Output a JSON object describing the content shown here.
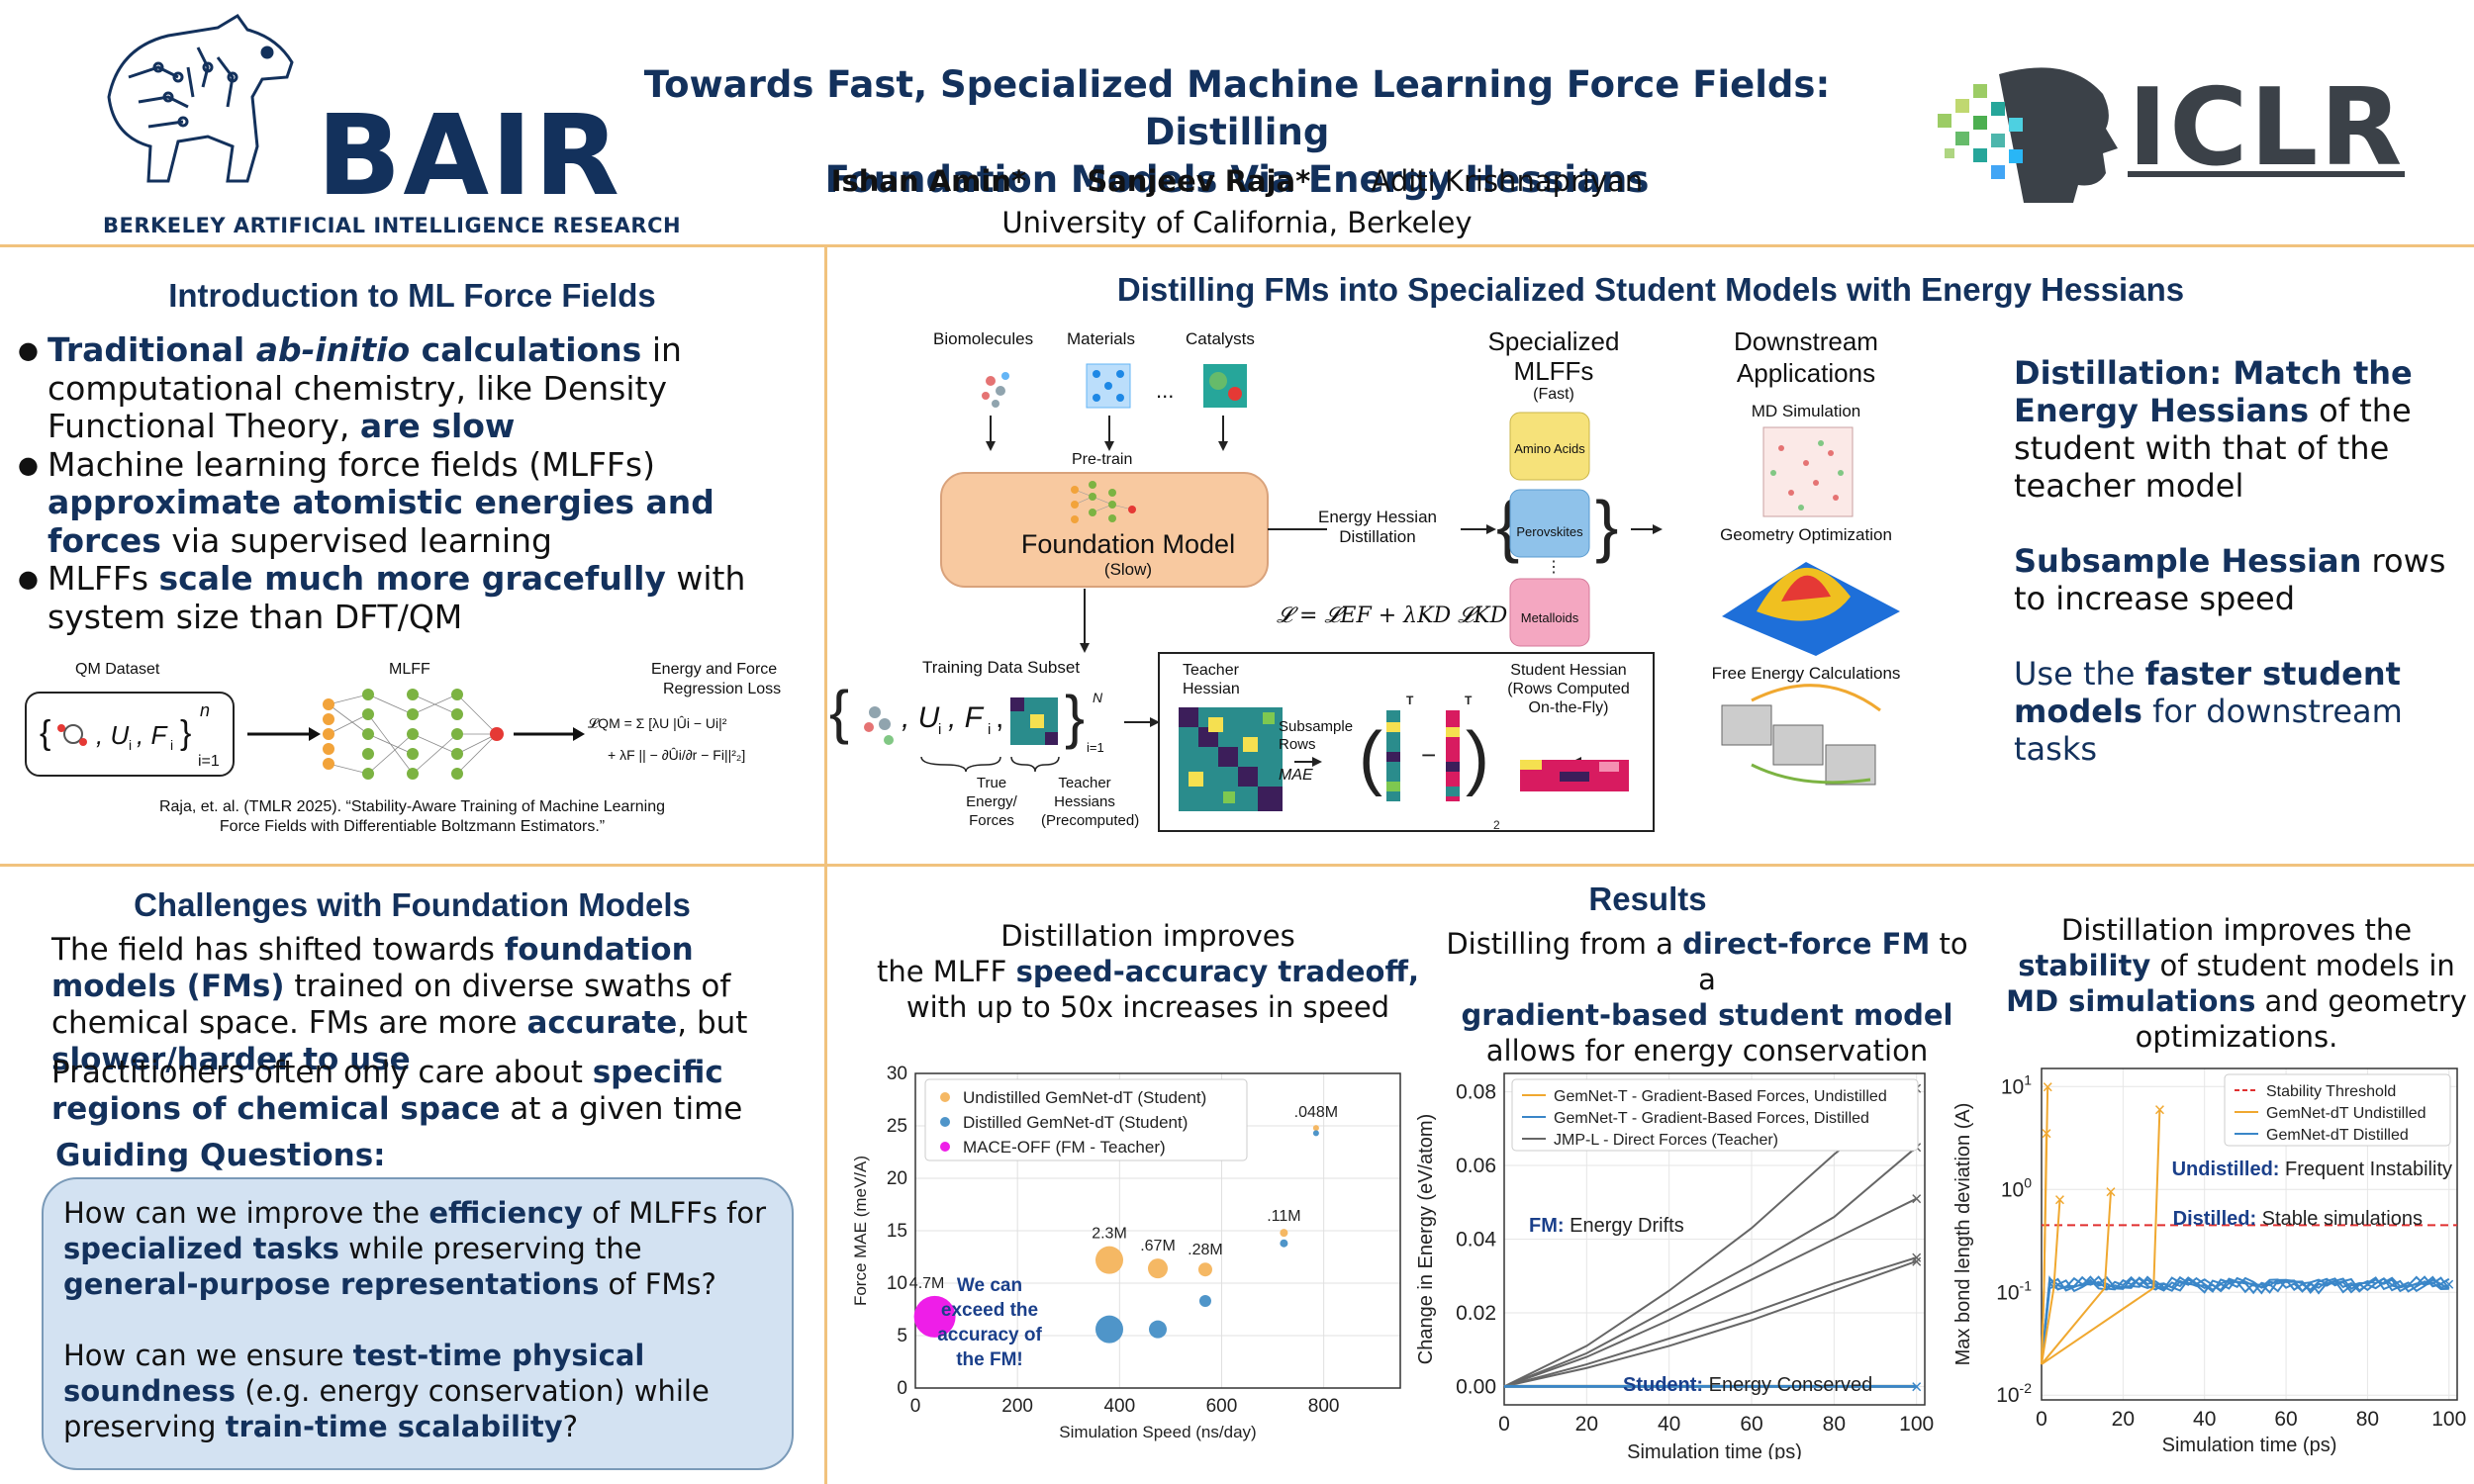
{
  "header": {
    "logo_left_word": "BAIR",
    "logo_left_sub": "BERKELEY ARTIFICIAL INTELLIGENCE RESEARCH",
    "title_line1": "Towards Fast, Specialized Machine Learning Force Fields: Distilling",
    "title_line2": "Foundation Models Via Energy Hessians",
    "authors": [
      "Ishan Amin*",
      "Sanjeev Raja*",
      "Aditi Krishnapriyan"
    ],
    "affiliation": "University of California, Berkeley",
    "logo_right_word": "ICLR"
  },
  "intro": {
    "title": "Introduction to ML Force Fields",
    "b1_a": "Traditional ",
    "b1_b": "ab-initio",
    "b1_c": " calculations",
    "b1_d": " in computational chemistry, like Density Functional Theory, ",
    "b1_e": "are slow",
    "b2_a": "Machine learning force fields (MLFFs) ",
    "b2_b": "approximate atomistic energies and forces",
    "b2_c": " via supervised learning",
    "b3_a": "MLFFs ",
    "b3_b": "scale much more gracefully",
    "b3_c": " with system size than DFT/QM",
    "fig_labels": {
      "qm": "QM Dataset",
      "mlff": "MLFF",
      "loss1": "Energy and Force",
      "loss2": "Regression Loss"
    },
    "citation1": "Raja, et. al. (TMLR 2025). “Stability-Aware Training of Machine Learning",
    "citation2": "Force Fields with Differentiable Boltzmann Estimators.”"
  },
  "distill": {
    "title": "Distilling FMs into Specialized Student Models with Energy Hessians",
    "sources": [
      "Biomolecules",
      "Materials",
      "Catalysts"
    ],
    "ellipsis": "...",
    "pretrain": "Pre-train",
    "fm_label": "Foundation Model",
    "fm_sub": "(Slow)",
    "ehd1": "Energy Hessian",
    "ehd2": "Distillation",
    "loss_eq": "𝓛 = 𝓛EF + λKD 𝓛KD",
    "spec1": "Specialized",
    "spec2": "MLFFs",
    "spec3": "(Fast)",
    "students": [
      "Amino Acids",
      "Perovskites",
      "Metalloids"
    ],
    "down1": "Downstream",
    "down2": "Applications",
    "apps": [
      "MD Simulation",
      "Geometry Optimization",
      "Free Energy Calculations"
    ],
    "tds": "Training Data Subset",
    "true_ef": [
      "True",
      "Energy/",
      "Forces"
    ],
    "teacher_h": [
      "Teacher",
      "Hessians",
      "(Precomputed)"
    ],
    "teacher_hessian": [
      "Teacher",
      "Hessian"
    ],
    "student_hessian": [
      "Student Hessian",
      "(Rows Computed",
      "On-the-Fly)"
    ],
    "subsample": [
      "Subsample",
      "Rows"
    ],
    "mae": "MAE",
    "r1_a": "Distillation: Match the Energy Hessians",
    "r1_b": " of the student with that of the teacher model",
    "r2_a": "Subsample Hessian",
    "r2_b": " rows to increase speed",
    "r3_a": "Use  the ",
    "r3_b": "faster student models",
    "r3_c": " for downstream tasks"
  },
  "challenges": {
    "title": "Challenges with Foundation Models",
    "p1_a": "The field has shifted towards ",
    "p1_b": "foundation models (FMs)",
    "p1_c": " trained on diverse swaths of chemical space. FMs are more ",
    "p1_d": "accurate",
    "p1_e": ", but ",
    "p1_f": "slower",
    "p1_g": "/",
    "p1_h": "harder to use",
    "p2_a": "Practitioners often only care about ",
    "p2_b": "specific regions of chemical space",
    "p2_c": " at a given time",
    "gq_title": "Guiding Questions:",
    "q1_a": "How can we improve the ",
    "q1_b": "efficiency",
    "q1_c": " of MLFFs for ",
    "q1_d": "specialized tasks",
    "q1_e": " while preserving the ",
    "q1_f": "general-purpose representations",
    "q1_g": " of FMs?",
    "q2_a": "How can we ensure ",
    "q2_b": "test-time physical soundness",
    "q2_c": " (e.g. energy conservation) while preserving ",
    "q2_d": "train-time scalability",
    "q2_e": "?"
  },
  "results": {
    "title": "Results",
    "cap1_a": "Distillation improves",
    "cap1_b": "the MLFF ",
    "cap1_c": "speed-accuracy tradeoff,",
    "cap1_d": "with up to 50x increases in speed",
    "cap2_a": "Distilling from a ",
    "cap2_b": "direct-force FM",
    "cap2_c": " to a",
    "cap2_d": "gradient-based student model",
    "cap2_e": "allows for energy conservation",
    "cap3_a": "Distillation improves the",
    "cap3_b": "stability",
    "cap3_c": " of student models in",
    "cap3_d": "MD simulations",
    "cap3_e": " and geometry",
    "cap3_f": "optimizations."
  },
  "chart_data": [
    {
      "type": "scatter",
      "xlabel": "Simulation Speed (ns/day)",
      "ylabel": "Force MAE (meV/A)",
      "xlim": [
        0,
        950
      ],
      "ylim": [
        0,
        30
      ],
      "xticks": [
        0,
        200,
        400,
        600,
        800
      ],
      "yticks": [
        0,
        5,
        10,
        15,
        20,
        25,
        30
      ],
      "legend_position": "top-left",
      "series": [
        {
          "name": "Undistilled GemNet-dT (Student)",
          "color": "#f5b864",
          "points": [
            {
              "x": 380,
              "y": 12.2,
              "label": "2.3M"
            },
            {
              "x": 475,
              "y": 11.4,
              "label": ".67M"
            },
            {
              "x": 568,
              "y": 11.3,
              "label": ".28M"
            },
            {
              "x": 722,
              "y": 14.8,
              "label": ".11M"
            },
            {
              "x": 785,
              "y": 24.8,
              "label": ".048M"
            }
          ]
        },
        {
          "name": "Distilled GemNet-dT (Student)",
          "color": "#4f95c9",
          "points": [
            {
              "x": 380,
              "y": 5.6
            },
            {
              "x": 475,
              "y": 5.6
            },
            {
              "x": 568,
              "y": 8.3
            },
            {
              "x": 722,
              "y": 13.8
            },
            {
              "x": 785,
              "y": 24.3
            }
          ]
        },
        {
          "name": "MACE-OFF (FM - Teacher)",
          "color": "#ee1ee8",
          "points": [
            {
              "x": 38,
              "y": 6.8,
              "label": "4.7M"
            }
          ]
        }
      ],
      "annotation": "We can exceed the accuracy of the FM!"
    },
    {
      "type": "line",
      "xlabel": "Simulation time (ps)",
      "ylabel": "Change in Energy (eV/atom)",
      "xlim": [
        0,
        102
      ],
      "ylim": [
        -0.005,
        0.085
      ],
      "xticks": [
        0,
        20,
        40,
        60,
        80,
        100
      ],
      "yticks": [
        0.0,
        0.02,
        0.04,
        0.06,
        0.08
      ],
      "legend_position": "top-right",
      "series": [
        {
          "name": "GemNet-T - Gradient-Based Forces, Undistilled",
          "color": "#f0a830",
          "x": [
            0,
            100
          ],
          "y": [
            0,
            0
          ]
        },
        {
          "name": "GemNet-T - Gradient-Based Forces, Distilled",
          "color": "#3a86c8",
          "x": [
            0,
            100
          ],
          "y": [
            0,
            0
          ]
        },
        {
          "name": "JMP-L - Direct Forces (Teacher)",
          "color": "#666666",
          "runs": [
            {
              "x": [
                0,
                20,
                40,
                60,
                80,
                100
              ],
              "y": [
                0,
                0.011,
                0.026,
                0.043,
                0.063,
                0.081
              ]
            },
            {
              "x": [
                0,
                20,
                40,
                60,
                80,
                100
              ],
              "y": [
                0,
                0.009,
                0.021,
                0.033,
                0.046,
                0.065
              ]
            },
            {
              "x": [
                0,
                20,
                40,
                60,
                80,
                100
              ],
              "y": [
                0,
                0.008,
                0.018,
                0.029,
                0.04,
                0.051
              ]
            },
            {
              "x": [
                0,
                20,
                40,
                60,
                80,
                100
              ],
              "y": [
                0,
                0.006,
                0.013,
                0.02,
                0.028,
                0.035
              ]
            },
            {
              "x": [
                0,
                20,
                40,
                60,
                80,
                100
              ],
              "y": [
                0,
                0.005,
                0.011,
                0.018,
                0.026,
                0.034
              ]
            }
          ]
        }
      ],
      "annotations": {
        "fm_a": "FM:",
        "fm_b": " Energy Drifts",
        "st_a": "Student:",
        "st_b": " Energy Conserved"
      }
    },
    {
      "type": "line",
      "xlabel": "Simulation time (ps)",
      "ylabel": "Max bond length deviation (A)",
      "yscale": "log",
      "xlim": [
        0,
        102
      ],
      "ylim": [
        0.009,
        15
      ],
      "xticks": [
        0,
        20,
        40,
        60,
        80,
        100
      ],
      "legend_position": "top-right",
      "threshold": 0.45,
      "series": [
        {
          "name": "Stability Threshold",
          "color": "#e03030",
          "style": "dashed"
        },
        {
          "name": "GemNet-dT Undistilled",
          "color": "#f0a830",
          "unstable_runs": [
            {
              "t": 1.5,
              "peak": 10
            },
            {
              "t": 1.2,
              "peak": 3.5
            },
            {
              "t": 4.5,
              "peak": 0.8
            },
            {
              "t": 17,
              "peak": 0.95
            },
            {
              "t": 29,
              "peak": 6
            }
          ]
        },
        {
          "name": "GemNet-dT Distilled",
          "color": "#3a86c8",
          "level": 0.12
        }
      ],
      "annotations": {
        "u_a": "Undistilled:",
        "u_b": " Frequent Instability",
        "d_a": "Distilled:",
        "d_b": " Stable simulations"
      }
    }
  ]
}
